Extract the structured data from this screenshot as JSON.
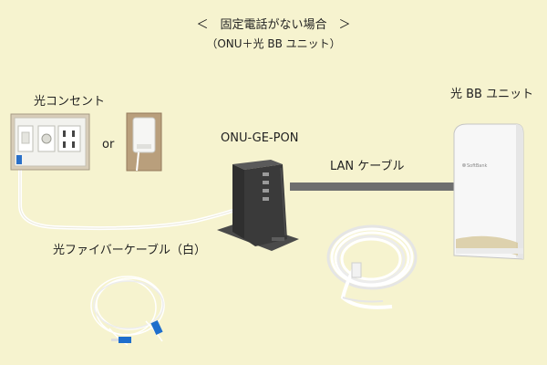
{
  "diagram": {
    "title": "＜　固定電話がない場合　＞",
    "subtitle": "（ONU＋光 BB ユニット）",
    "labels": {
      "outlet": "光コンセント",
      "or": "or",
      "onu": "ONU-GE-PON",
      "lan_cable": "LAN ケーブル",
      "bb_unit": "光 BB ユニット",
      "fiber_cable": "光ファイバーケーブル（白）"
    },
    "brand_text": "SoftBank",
    "colors": {
      "background": "#f6f3cf",
      "lan_line": "#6e6e6e",
      "fiber_line": "#ffffff",
      "onu_body": "#3a3a3a",
      "fiber_connector": "#1e6ecc"
    }
  }
}
